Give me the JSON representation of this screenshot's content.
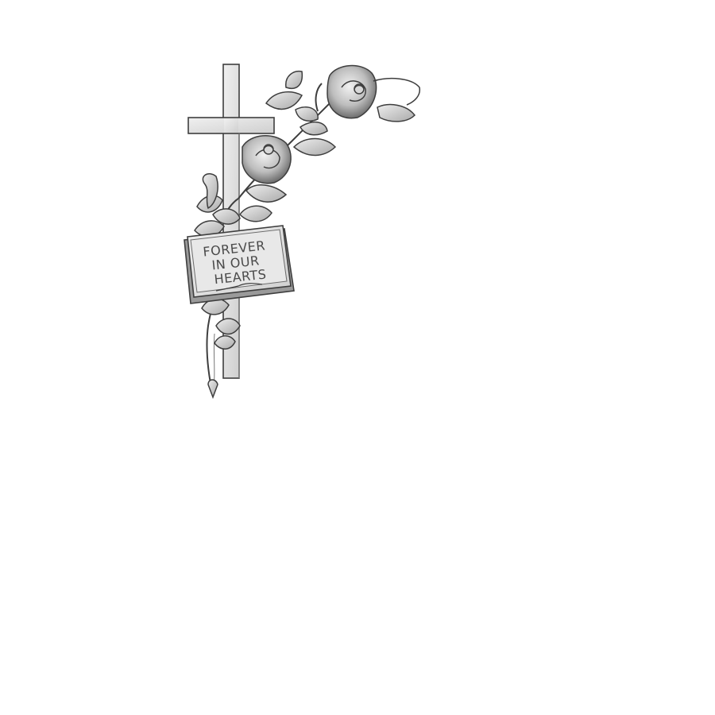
{
  "emblem": {
    "book_lines": [
      "FOREVER",
      "IN OUR",
      "HEARTS"
    ],
    "icon": "cross-with-roses-and-open-book",
    "colors": {
      "background": "#ffffff",
      "stone_fill": "#e2e2e2",
      "stone_stroke": "#3e3e3e",
      "shadow": "#9a9a9a",
      "text": "#4a4a4a"
    }
  }
}
